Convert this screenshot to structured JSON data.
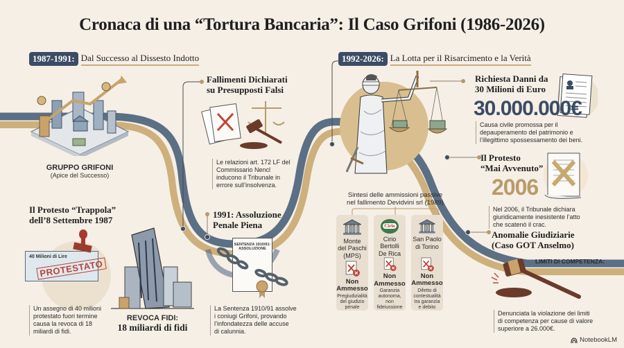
{
  "title": "Cronaca di una “Tortura Bancaria”: Il Caso Grifoni (1986-2026)",
  "colors": {
    "navy": "#3b4c63",
    "gold": "#c9ab7b",
    "background": "#f5efe6",
    "red_accent": "#c0443a"
  },
  "left_section": {
    "badge": "1987-1991:",
    "title": "Dal Successo al Dissesto Indotto",
    "gruppo": {
      "label": "GRUPPO GRIFONI",
      "sublabel": "(Apice del Successo)",
      "icon": "city-growth-icon"
    },
    "fallimenti": {
      "title_line1": "Fallimenti Dichiarati",
      "title_line2": "su Presupposti Falsi",
      "icon": "gavel-documents-icon",
      "desc_line1": "Le relazioni art. 172 LF del",
      "desc_line2": "Commissario Nencl",
      "desc_line3": "inducono il Tribunale in",
      "desc_line4": "errore sull’insolvenza."
    },
    "protesto_trappola": {
      "title_line1": "Il Protesto “Trappola”",
      "title_line2": "dell’8 Settembre 1987",
      "check_amount": "40 Milioni di Lire",
      "stamp": "PROTESTATO",
      "desc_line1": "Un assegno di 40 milioni",
      "desc_line2": "protestato fuori termine",
      "desc_line3": "causa la revoca di 18",
      "desc_line4": "miliardi di fidi."
    },
    "revoca": {
      "label": "REVOCA FIDI:",
      "value": "18 miliardi di fidi",
      "icon": "collapsing-building-icon"
    },
    "assoluzione": {
      "title_line1": "1991: Assoluzione",
      "title_line2": "Penale Piena",
      "doc_header_line1": "SENTENZA 1910/91:",
      "doc_header_line2": "ASSOLUZIONE",
      "desc_line1": "La Sentenza 1910/91 assolve",
      "desc_line2": "i coniugi Grifoni, provando",
      "desc_line3": "l’infondatezza delle accuse",
      "desc_line4": "di calunnia."
    }
  },
  "right_section": {
    "badge": "1992-2026:",
    "title": "La Lotta per il Risarcimento e la Verità",
    "justice_icon": "lady-justice-icon",
    "richiesta": {
      "title_line1": "Richiesta Danni da",
      "title_line2": "30 Milioni di Euro",
      "amount": "30.000.000€",
      "desc_line1": "Causa civile promossa per il",
      "desc_line2": "depauperamento del patrimonio e",
      "desc_line3": "l’illegittimo spossessamento dei beni."
    },
    "protesto_mai": {
      "title_line1": "Il Protesto",
      "title_line2": "“Mai Avvenuto”",
      "year": "2006",
      "desc_line1": "Nel 2006, il Tribunale dichiara",
      "desc_line2": "giuridicamente inesistente l’atto",
      "desc_line3": "che scatenò il crac."
    },
    "ammissioni": {
      "intro_line1": "Sintesi delle ammissioni passive",
      "intro_line2": "nel fallimento Devidvini srl (1989)",
      "columns": [
        {
          "name_line1": "Monte",
          "name_line2": "del Paschi",
          "name_line3": "(MPS)",
          "icon": "bank-icon",
          "status_line1": "Non",
          "status_line2": "Ammesso",
          "reason_line1": "Pregiudizialità",
          "reason_line2": "del giudizio",
          "reason_line3": "penale",
          "reason_line4": ""
        },
        {
          "name_line1": "Cirio",
          "name_line2": "Bertolli",
          "name_line3": "De Rica",
          "icon": "cirio-logo-icon",
          "logo_text": "Cirio",
          "status_line1": "Non",
          "status_line2": "Ammesso",
          "reason_line1": "Garanzia",
          "reason_line2": "autonoma,",
          "reason_line3": "non",
          "reason_line4": "fideiussione"
        },
        {
          "name_line1": "San Paolo",
          "name_line2": "di Torino",
          "name_line3": "",
          "icon": "bank-icon",
          "status_line1": "Non",
          "status_line2": "Ammesso",
          "reason_line1": "Difetto di",
          "reason_line2": "contestualità",
          "reason_line3": "tra garanzia",
          "reason_line4": "e debito"
        }
      ]
    },
    "anomalie": {
      "title_line1": "Anomalie Giudiziarie",
      "title_line2": "(Caso GOT Anselmo)",
      "limits_label": "LIMITI DI COMPETENZA:",
      "desc_line1": "Denunciata la violazione dei limiti",
      "desc_line2": "di competenza per cause di valore",
      "desc_line3": "superiore a 26.000€."
    }
  },
  "watermark": "NotebookLM"
}
